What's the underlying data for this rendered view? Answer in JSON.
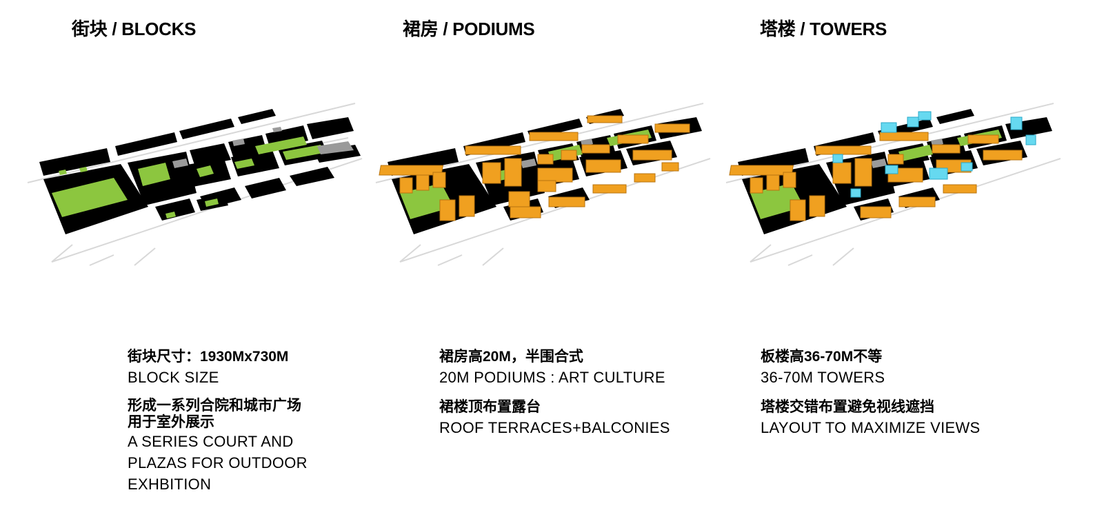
{
  "colors": {
    "ground": "#ffffff",
    "block": "#000000",
    "green": "#8cc63f",
    "podium": "#f0a020",
    "podium_dark": "#b87410",
    "tower": "#66d9f0",
    "tower_dark": "#2aa8c8",
    "plaza_grey": "#9a9a9a",
    "road_line": "#d8d8d8"
  },
  "panels": [
    {
      "title": "街块 / BLOCKS",
      "icon": "blocks-diagram",
      "caption_zh_1": "街块尺寸：1930Mx730M",
      "caption_en_1": "BLOCK SIZE",
      "caption_zh_2a": "形成一系列合院和城市广场",
      "caption_zh_2b": "用于室外展示",
      "caption_en_2a": "A SERIES COURT AND",
      "caption_en_2b": "PLAZAS FOR OUTDOOR",
      "caption_en_2c": "EXHBITION"
    },
    {
      "title": "裙房 / PODIUMS",
      "icon": "podiums-diagram",
      "caption_zh_1": "裙房高20M，半围合式",
      "caption_en_1": "20M PODIUMS : ART CULTURE",
      "caption_zh_2a": "裙楼顶布置露台",
      "caption_en_2a": "ROOF TERRACES+BALCONIES"
    },
    {
      "title": "塔楼 / TOWERS",
      "icon": "towers-diagram",
      "caption_zh_1": "板楼高36-70M不等",
      "caption_en_1": "36-70M TOWERS",
      "caption_zh_2a": "塔楼交错布置避免视线遮挡",
      "caption_en_2a": "LAYOUT TO MAXIMIZE VIEWS"
    }
  ]
}
